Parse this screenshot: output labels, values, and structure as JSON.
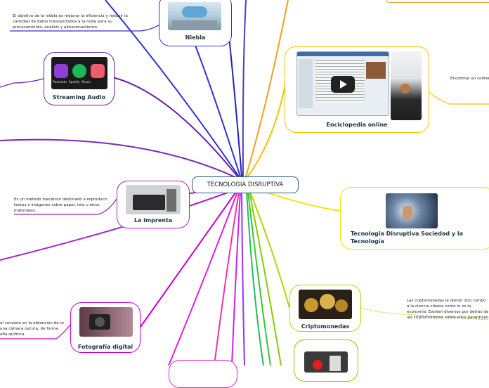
{
  "center": {
    "label": "TECNOLOGIA DISRUPTIVA"
  },
  "topics": {
    "niebla": {
      "label": "Niebla",
      "note": "El objetivo de la niebla es mejorar la eficiencia y reducir la cantidad de datos transportados a la nube para su procesamiento, análisis y almacenamiento."
    },
    "streaming": {
      "label": "Streaming Audio",
      "image_text": [
        "Podcasts",
        "Spotify",
        "Music"
      ]
    },
    "enciclopedia": {
      "label": "Enciclopedia online",
      "note": "Encontrar un contenido concreto es más rápido y eficiente. Cuando estás con una investigación no tener increíblemente mucho con las enciclopedias que se"
    },
    "imprenta": {
      "label": "La imprenta",
      "note": "Es un método mecánico destinado a reproducir textos e imágenes sobre papel, tela u otros materiales."
    },
    "sociedad": {
      "label": "Tecnologia Disruptiva Sociedad y la Tecnología"
    },
    "cripto": {
      "label": "Criptomonedas",
      "note": "Las criptomonedas le dieron otro rumbo a la ciencia clásica como lo es la economía. Existen diversos por detrás de las criptomonedas, entre ellos garantizan la efectividad y validez de estas."
    },
    "fotografia": {
      "label": "Fotografía digital",
      "note": "al consiste en la obtención de te una cámara oscura, de forma afía química."
    }
  },
  "colors": {
    "niebla": "#3333cc",
    "streaming": "#6a1fa8",
    "enciclopedia": "#f2c200",
    "imprenta": "#9b2ab0",
    "sociedad": "#f2e500",
    "cripto": "#b8d400",
    "fotografia": "#cc00cc",
    "center_border": "#2e5d87"
  }
}
